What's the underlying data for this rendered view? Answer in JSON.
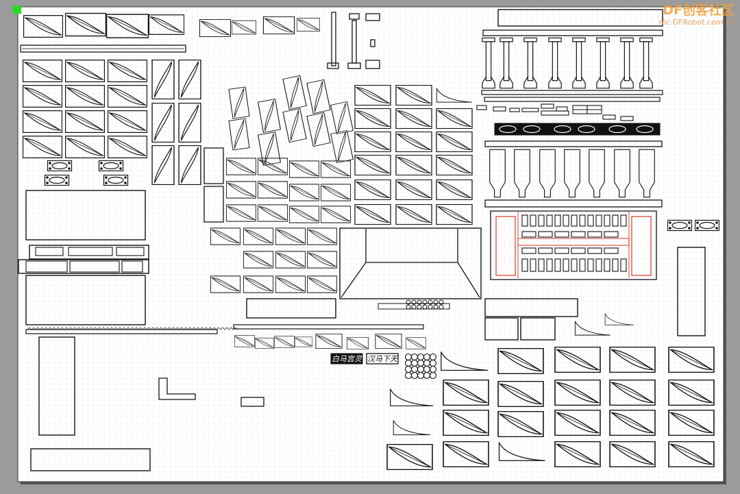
{
  "window": {
    "title": ""
  },
  "canvas": {
    "background": "#ffffff",
    "grid_color": "#c8c8c8",
    "stroke_color": "#111111",
    "highlight_color": "#e0553f",
    "origin_marker_color": "#22dd22"
  },
  "labels": {
    "plate_left": "白马宫灵",
    "plate_right": "汉马下天"
  },
  "watermark": {
    "brand": "DF创客社区",
    "url": "mc.DFRobot.com.cn"
  }
}
